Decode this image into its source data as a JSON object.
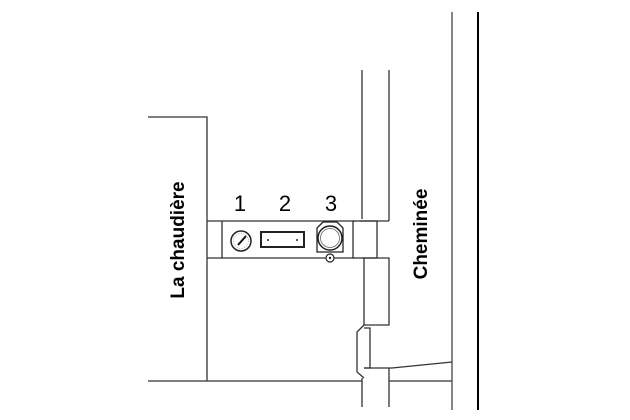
{
  "labels": {
    "boiler": "La chaudière",
    "chimney": "Cheminée"
  },
  "components": [
    {
      "number": "1",
      "icon": "pressure-gauge-icon"
    },
    {
      "number": "2",
      "icon": "draft-regulator-plate-icon"
    },
    {
      "number": "3",
      "icon": "damper-valve-icon"
    }
  ]
}
